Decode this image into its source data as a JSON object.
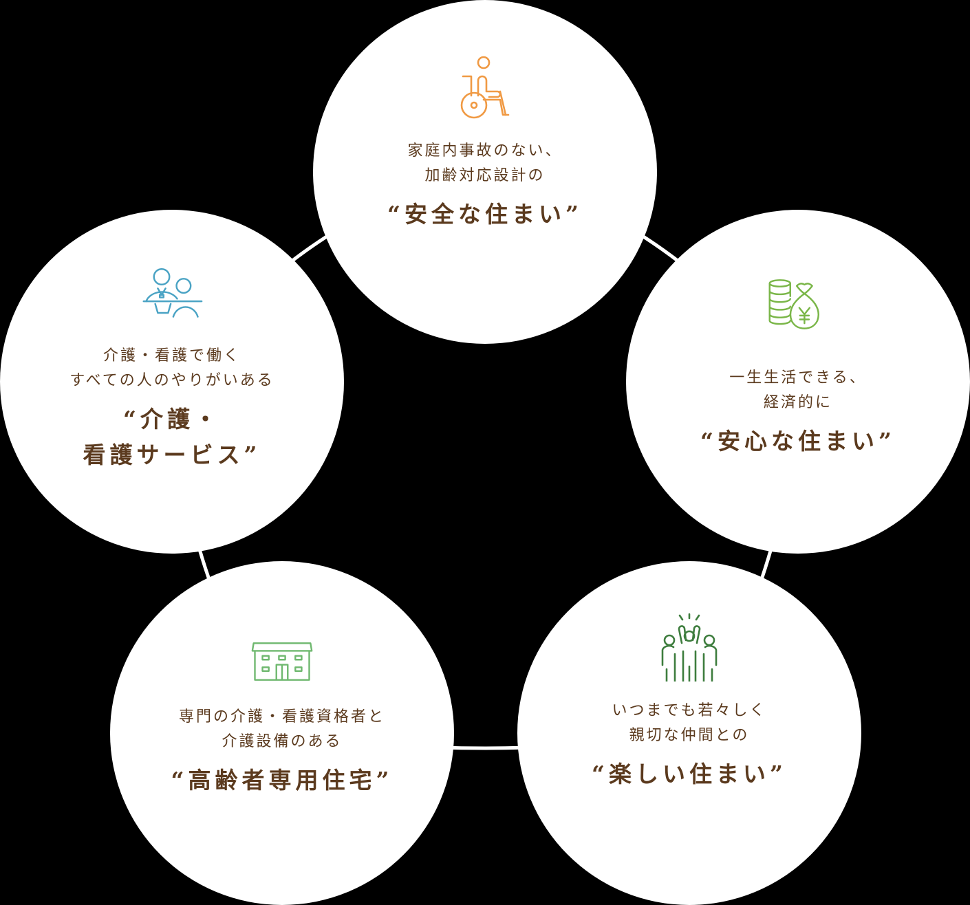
{
  "diagram": {
    "colors": {
      "background": "#000000",
      "node_fill": "#ffffff",
      "ring": "#ffffff",
      "text": "#5b3a1e",
      "icon_wheelchair": "#f09a44",
      "icon_money": "#7ab648",
      "icon_care": "#4aa3c4",
      "icon_building": "#6fb86f",
      "icon_people": "#3e7d3e"
    },
    "nodes": [
      {
        "id": "top",
        "icon": "wheelchair-icon",
        "subtitle": "家庭内事故のない、\n加齢対応設計の",
        "title": "“安全な住まい”"
      },
      {
        "id": "right",
        "icon": "money-bag-yen-icon",
        "subtitle": "一生生活できる、\n経済的に",
        "title": "“安心な住まい”"
      },
      {
        "id": "bottom-right",
        "icon": "cheering-people-icon",
        "subtitle": "いつまでも若々しく\n親切な仲間との",
        "title": "“楽しい住まい”"
      },
      {
        "id": "bottom-left",
        "icon": "building-icon",
        "subtitle": "専門の介護・看護資格者と\n介護設備のある",
        "title": "“高齢者専用住宅”"
      },
      {
        "id": "left",
        "icon": "caregiver-icon",
        "subtitle": "介護・看護で働く\nすべての人のやりがいある",
        "title": "“介護・\n看護サービス”"
      }
    ]
  }
}
